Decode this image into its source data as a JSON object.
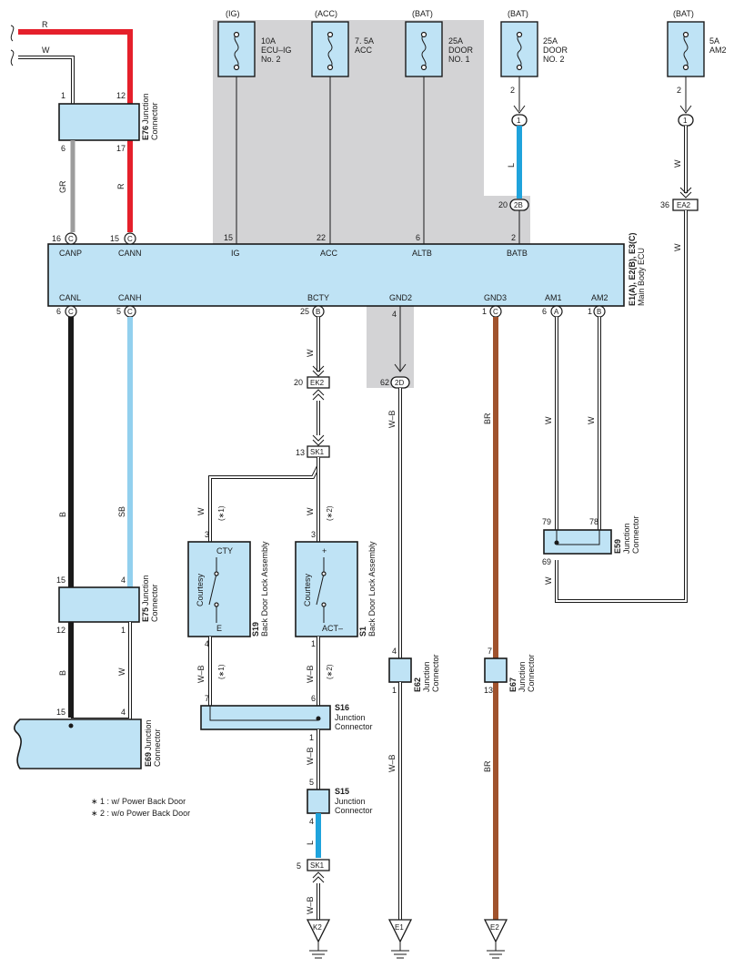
{
  "colors": {
    "R": "#e5202b",
    "GR": "#9d9d9d",
    "L": "#1fa3dc",
    "SB": "#92d0ee",
    "B": "#1a1a1a",
    "BR": "#a0522d",
    "shade": "#d3d3d5",
    "component_fill": "#bfe3f5"
  },
  "top_wires": {
    "r": "R",
    "w": "W"
  },
  "fuses": [
    {
      "source": "(IG)",
      "name": "10A\nECU-IG\nNo. 2",
      "l1": "10A",
      "l2": "ECU–IG",
      "l3": "No. 2"
    },
    {
      "source": "(ACC)",
      "l1": "7. 5A",
      "l2": "ACC",
      "l3": ""
    },
    {
      "source": "(BAT)",
      "l1": "25A",
      "l2": "DOOR",
      "l3": "NO. 1"
    },
    {
      "source": "(BAT)",
      "l1": "25A",
      "l2": "DOOR",
      "l3": "NO. 2",
      "pin": "2",
      "circle": "1"
    },
    {
      "source": "(BAT)",
      "l1": "5A",
      "l2": "AM2",
      "l3": "",
      "pin": "2",
      "circle": "1"
    }
  ],
  "e76": {
    "code": "E76",
    "desc1": "Junction",
    "desc2": "Connector",
    "pin_tl": "1",
    "pin_tr": "12",
    "pin_bl": "6",
    "pin_br": "17",
    "wire_l": "GR",
    "wire_r": "R"
  },
  "ecu": {
    "code": "E1(A), E2(B), E3(C)",
    "name": "Main Body ECU",
    "top_pins": [
      {
        "num": "16",
        "conn": "C",
        "label": "CANP"
      },
      {
        "num": "15",
        "conn": "C",
        "label": "CANN"
      },
      {
        "num": "15",
        "conn": "",
        "label": "IG"
      },
      {
        "num": "22",
        "conn": "",
        "label": "ACC"
      },
      {
        "num": "6",
        "conn": "",
        "label": "ALTB"
      },
      {
        "num": "2",
        "conn": "",
        "label": "BATB"
      }
    ],
    "bottom_pins": [
      {
        "num": "6",
        "conn": "C",
        "label": "CANL"
      },
      {
        "num": "5",
        "conn": "C",
        "label": "CANH"
      },
      {
        "num": "25",
        "conn": "B",
        "label": "BCTY"
      },
      {
        "num": "4",
        "conn": "",
        "label": "GND2"
      },
      {
        "num": "1",
        "conn": "C",
        "label": "GND3"
      },
      {
        "num": "6",
        "conn": "A",
        "label": "AM1"
      },
      {
        "num": "1",
        "conn": "B",
        "label": "AM2"
      }
    ]
  },
  "inline": {
    "door2_wire": "L",
    "door2_pin": "20",
    "door2_conn": "2B",
    "am2_wire_top": "W",
    "am2_pin": "36",
    "am2_conn": "EA2",
    "am2_wire_bot": "W",
    "bcty_wire": "W",
    "ek2_pin": "20",
    "ek2": "EK2",
    "sk1_pin": "13",
    "sk1": "SK1",
    "gnd2_pin": "62",
    "gnd2_conn": "2D",
    "gnd2_wire": "W–B",
    "gnd3_wire": "BR"
  },
  "e59": {
    "code": "E59",
    "desc1": "Junction",
    "desc2": "Connector",
    "pin_l": "79",
    "pin_r": "78",
    "pin_b": "69",
    "wire_am1": "W",
    "wire_am2": "W",
    "wire_out": "W"
  },
  "e75": {
    "code": "E75",
    "desc1": "Junction",
    "desc2": "Connector",
    "pin_tl": "15",
    "pin_tr": "4",
    "pin_bl": "12",
    "pin_br": "1",
    "wire_b_top": "B",
    "wire_sb": "SB",
    "wire_b_bot": "B",
    "wire_w": "W"
  },
  "e69": {
    "code": "E69",
    "desc1": "Junction",
    "desc2": "Connector",
    "pin_l": "15",
    "pin_r": "4"
  },
  "s19": {
    "code": "S19",
    "desc": "Back Door Lock Assembly",
    "pin_top": "3",
    "pin_bot": "4",
    "term_top": "CTY",
    "term_bot": "E",
    "sw": "Courtesy",
    "wire_top": "W",
    "note_top": "(∗1)",
    "wire_bot": "W–B",
    "note_bot": "(∗1)"
  },
  "s1": {
    "code": "S1",
    "desc": "Back Door Lock Assembly",
    "pin_top": "3",
    "pin_bot": "1",
    "term_top": "+",
    "term_bot": "ACT–",
    "sw": "Courtesy",
    "wire_top": "W",
    "note_top": "(∗2)",
    "wire_bot": "W–B",
    "note_bot": "(∗2)"
  },
  "s16": {
    "code": "S16",
    "desc1": "Junction",
    "desc2": "Connector",
    "pin_l": "7",
    "pin_r": "6",
    "pin_b": "1"
  },
  "s15": {
    "code": "S15",
    "desc1": "Junction",
    "desc2": "Connector",
    "pin_t": "5",
    "pin_b": "4",
    "wire_t": "W–B",
    "wire_b": "L"
  },
  "e62": {
    "code": "E62",
    "desc1": "Junction",
    "desc2": "Connector",
    "pin_t": "4",
    "pin_b": "1",
    "wire_b": "W–B"
  },
  "e67": {
    "code": "E67",
    "desc1": "Junction",
    "desc2": "Connector",
    "pin_t": "7",
    "pin_b": "13",
    "wire_b": "BR"
  },
  "sk1_bottom": {
    "pin": "5",
    "conn": "SK1",
    "wire": "W–B"
  },
  "grounds": [
    "K2",
    "E1",
    "E2"
  ],
  "notes": [
    "∗ 1 : w/ Power Back Door",
    "∗ 2 : w/o Power Back Door"
  ]
}
